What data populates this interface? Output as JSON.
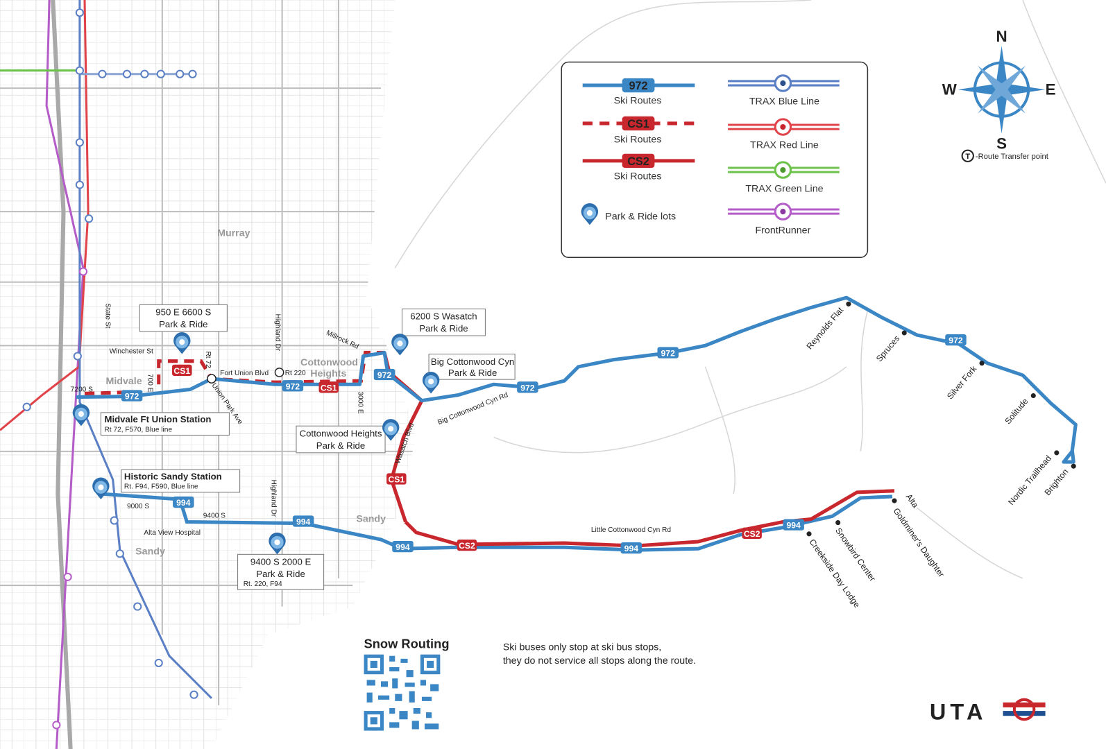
{
  "colors": {
    "ski_blue": "#3b86c4",
    "ski_red": "#c8272e",
    "trax_blue": "#5b7fc4",
    "trax_red": "#e0444a",
    "trax_green": "#6cc24a",
    "frontrunner": "#b45cc8",
    "street": "#d4d4d4"
  },
  "legend": {
    "items": [
      {
        "shield": "972",
        "label": "Ski Routes"
      },
      {
        "shield": "CS1",
        "label": "Ski Routes"
      },
      {
        "shield": "CS2",
        "label": "Ski Routes"
      },
      {
        "label": "Park & Ride lots",
        "icon": "park-ride-pin-icon"
      },
      {
        "label": "TRAX Blue Line"
      },
      {
        "label": "TRAX Red Line"
      },
      {
        "label": "TRAX Green Line"
      },
      {
        "label": "FrontRunner"
      }
    ]
  },
  "compass": {
    "n": "N",
    "s": "S",
    "e": "E",
    "w": "W",
    "transfer_symbol": "T",
    "transfer_label": "-Route Transfer point"
  },
  "places": {
    "murray": "Murray",
    "midvale": "Midvale",
    "cottonwood": "Cottonwood",
    "heights": "Heights",
    "sandy1": "Sandy",
    "sandy2": "Sandy"
  },
  "streets": {
    "state": "State St",
    "winchester": "Winchester St",
    "e700": "700 E",
    "rt72": "Rt 72",
    "highland1": "Highland Dr",
    "highland2": "Highland Dr",
    "fortunion": "Fort Union Blvd",
    "rt220": "Rt 220",
    "unionpark": "Union Park Ave",
    "milrock": "Millrock Rd",
    "e3000": "3000 E",
    "s7200": "7200 S",
    "wasatch": "Wasatch Blvd",
    "bcc": "Big Cottonwood Cyn Rd",
    "s9000": "9000 S",
    "s9400": "9400 S",
    "altaview": "Alta View Hospital",
    "lcc": "Little Cottonwood Cyn Rd"
  },
  "park_rides": {
    "pr950": {
      "l1": "950 E 6600 S",
      "l2": "Park & Ride"
    },
    "pr6200": {
      "l1": "6200 S Wasatch",
      "l2": "Park & Ride"
    },
    "prbcc": {
      "l1": "Big Cottonwood Cyn",
      "l2": "Park & Ride"
    },
    "prch": {
      "l1": "Cottonwood Heights",
      "l2": "Park & Ride"
    },
    "midvale": {
      "l1": "Midvale Ft Union Station",
      "l2": "Rt 72, F570, Blue line"
    },
    "sandy": {
      "l1": "Historic Sandy Station",
      "l2": "Rt. F94, F590, Blue line"
    },
    "pr9400": {
      "l1": "9400 S 2000 E",
      "l2": "Park & Ride",
      "l3": "Rt. 220, F94"
    }
  },
  "stops": {
    "reynolds": "Reynolds Flat",
    "spruces": "Spruces",
    "silverfork": "Silver Fork",
    "solitude": "Solitude",
    "nordic": "Nordic Trailhead",
    "brighton": "Brighton",
    "creekside": "Creekside Day Lodge",
    "snowbird": "Snowbird Center",
    "alta": "Alta",
    "goldminer": "Goldminer's Daughter"
  },
  "shields": {
    "r972": "972",
    "r994": "994",
    "cs1": "CS1",
    "cs2": "CS2"
  },
  "snow_routing": "Snow Routing",
  "notice": {
    "l1": "Ski buses only stop at ski bus stops,",
    "l2": "they do not service all stops along the route."
  },
  "logo": "UTA"
}
